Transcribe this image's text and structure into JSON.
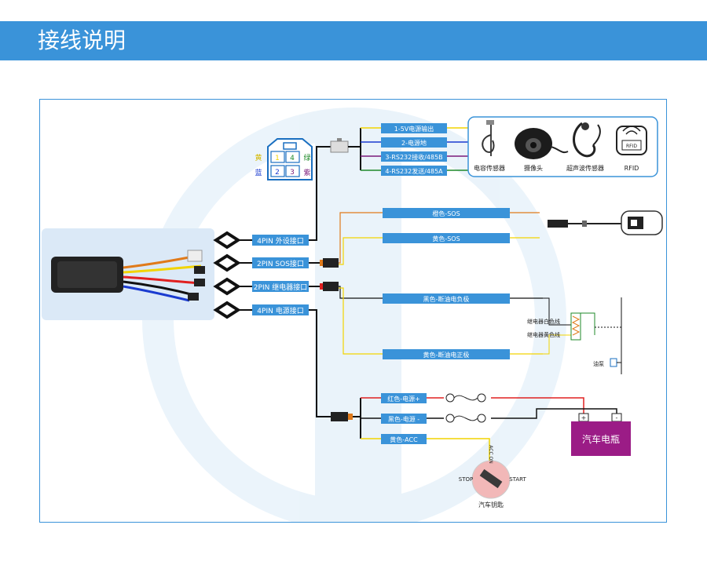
{
  "title": "接线说明",
  "colors": {
    "banner": "#3a93d9",
    "label_bg": "#3a93d9",
    "battery": "#9b1c86",
    "wire_red": "#e02020",
    "wire_black": "#111111",
    "wire_yellow": "#f2d400",
    "wire_orange": "#e07a1a",
    "wire_blue": "#1a3bd0",
    "wire_green": "#1f8a2a",
    "wire_purple": "#7a1a7a"
  },
  "connector": {
    "pins": [
      "1",
      "4",
      "2",
      "3"
    ],
    "left_labels": [
      "黄",
      "蓝"
    ],
    "right_labels": [
      "绿",
      "紫"
    ]
  },
  "ports": [
    {
      "label": "4PIN 外设接口"
    },
    {
      "label": "2PIN SOS接口"
    },
    {
      "label": "2PIN 继电器接口"
    },
    {
      "label": "4PIN 电源接口"
    }
  ],
  "peripheral_wires": [
    {
      "label": "1-5V电源输出"
    },
    {
      "label": "2-电源地"
    },
    {
      "label": "3-RS232接收/485B"
    },
    {
      "label": "4-RS232发送/485A"
    }
  ],
  "peripherals": [
    {
      "label": "电容传感器",
      "icon": "capacitive-sensor-icon"
    },
    {
      "label": "摄像头",
      "icon": "camera-icon"
    },
    {
      "label": "超声波传感器",
      "icon": "ultrasonic-sensor-icon"
    },
    {
      "label": "RFID",
      "icon": "rfid-reader-icon",
      "inner": "RFID"
    }
  ],
  "sos_wires": [
    {
      "label": "橙色-SOS"
    },
    {
      "label": "黄色-SOS"
    }
  ],
  "relay_wires": [
    {
      "label": "黑色-断油电负极"
    },
    {
      "label": "黄色-断油电正极"
    }
  ],
  "relay": {
    "white_line": "继电器白色线",
    "yellow_line": "继电器黄色线",
    "pump": "油泵"
  },
  "power_wires": [
    {
      "label": "红色-电源+"
    },
    {
      "label": "黑色-电源 -"
    },
    {
      "label": "黄色-ACC"
    }
  ],
  "battery": {
    "label": "汽车电瓶",
    "plus": "+",
    "minus": "-"
  },
  "key": {
    "stop": "STOP",
    "start": "START",
    "acc_on": "ACC ON",
    "label": "汽车钥匙"
  }
}
